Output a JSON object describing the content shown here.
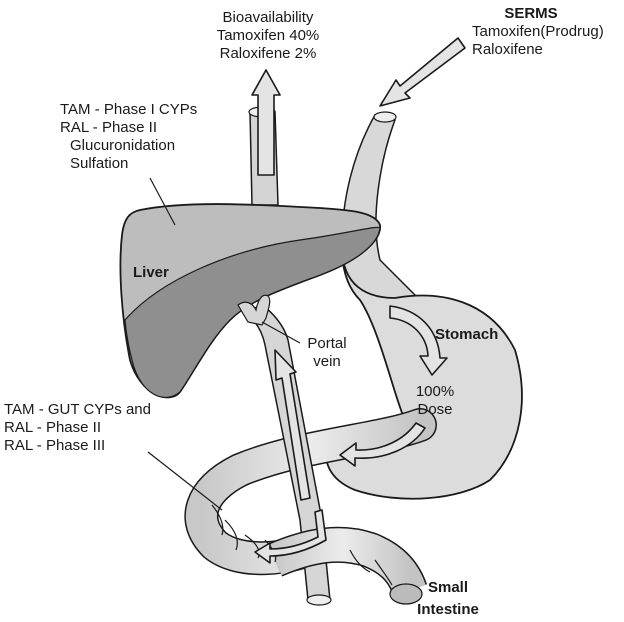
{
  "bioavailability": {
    "heading": "Bioavailability",
    "lines": [
      "Tamoxifen 40%",
      "Raloxifene 2%"
    ]
  },
  "serms": {
    "heading": "SERMS",
    "lines": [
      "Tamoxifen(Prodrug)",
      "Raloxifene"
    ]
  },
  "liver_metabolism": {
    "lines": [
      "TAM - Phase I CYPs",
      "RAL - Phase II",
      "Glucuronidation",
      "Sulfation"
    ]
  },
  "gut_metabolism": {
    "lines": [
      "TAM - GUT CYPs and",
      "RAL - Phase II",
      "RAL - Phase III"
    ]
  },
  "organs": {
    "liver": "Liver",
    "stomach": "Stomach",
    "portal_vein": [
      "Portal",
      "vein"
    ],
    "small_intestine": [
      "Small",
      "Intestine"
    ]
  },
  "dose": [
    "100%",
    "Dose"
  ],
  "colors": {
    "organ_fill": "#dcdcdc",
    "liver_fill": "#bcbcbc",
    "liver_shade": "#8f8f8f",
    "outline": "#1a1a1a",
    "arrow_fill": "#e4e4e4"
  }
}
